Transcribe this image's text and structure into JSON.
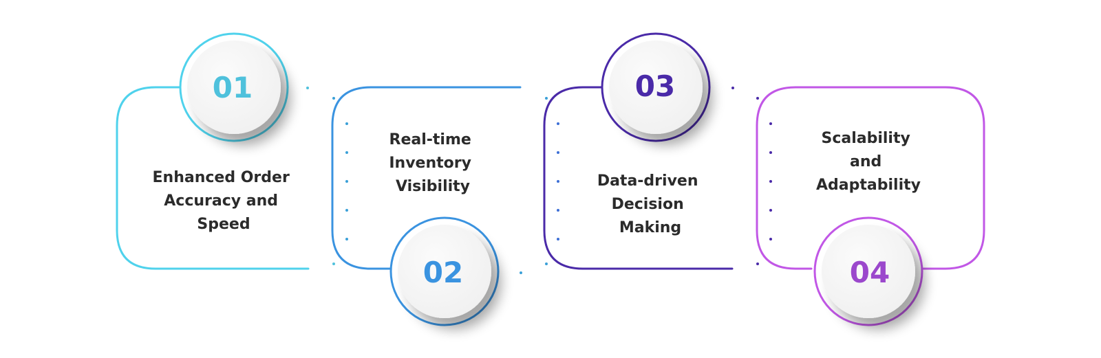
{
  "steps": [
    {
      "number": "01",
      "lines": [
        "Enhanced Order",
        "Accuracy and",
        "Speed"
      ],
      "color": "#4fd2ec",
      "number_color": "#4fc1dc",
      "dot_color": "#4fc1dc"
    },
    {
      "number": "02",
      "lines": [
        "Real-time",
        "Inventory",
        "Visibility"
      ],
      "color": "#3a93e0",
      "number_color": "#3a93e0",
      "dot_color": "#3aa0d8"
    },
    {
      "number": "03",
      "lines": [
        "Data-driven",
        "Decision",
        "Making"
      ],
      "color": "#4a2aa8",
      "number_color": "#4a2aa8",
      "dot_color": "#3d6fd6"
    },
    {
      "number": "04",
      "lines": [
        "Scalability",
        "and",
        "Adaptability"
      ],
      "color": "#c157e6",
      "number_color": "#9b48cc",
      "dot_color": "#4a2aa8"
    }
  ]
}
